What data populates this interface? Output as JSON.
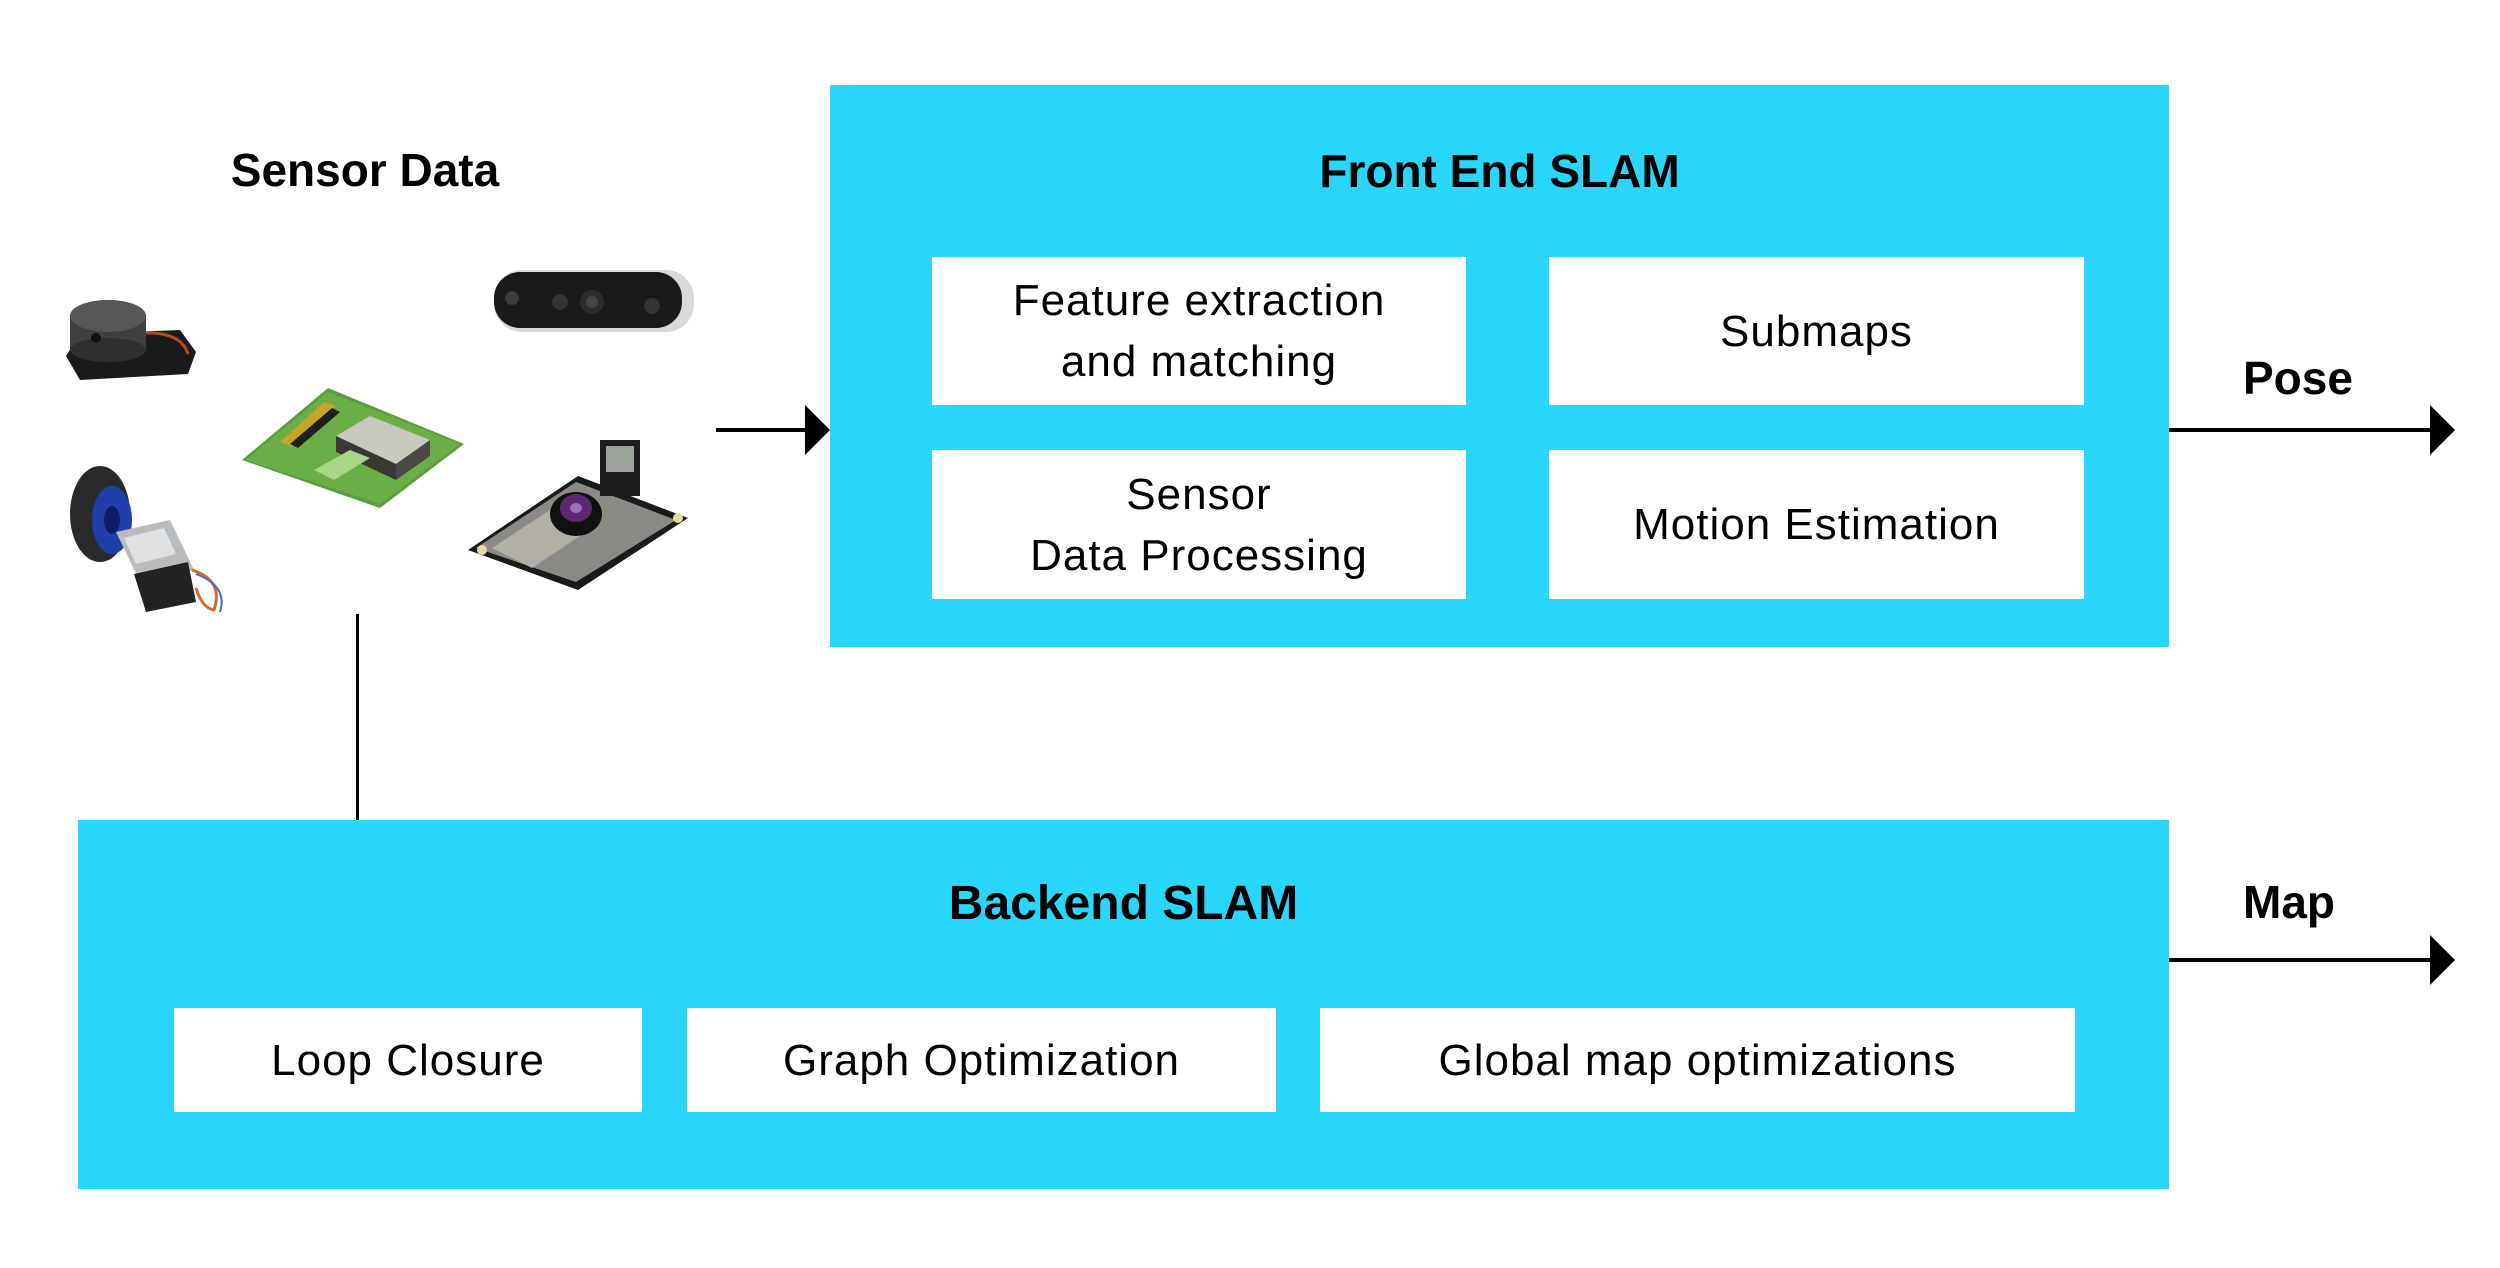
{
  "sensor_section": {
    "title": "Sensor Data",
    "sensors": [
      {
        "name": "lidar-sensor",
        "icon": "lidar-icon"
      },
      {
        "name": "depth-camera",
        "icon": "stereo-camera-icon"
      },
      {
        "name": "imu-board",
        "icon": "imu-board-icon"
      },
      {
        "name": "wheel-encoder-motor",
        "icon": "wheel-motor-icon"
      },
      {
        "name": "camera-module",
        "icon": "camera-board-icon"
      }
    ]
  },
  "front_end": {
    "title": "Front End SLAM",
    "items": [
      {
        "label": "Feature extraction\nand matching"
      },
      {
        "label": "Submaps"
      },
      {
        "label": "Sensor\nData Processing"
      },
      {
        "label": "Motion Estimation"
      }
    ]
  },
  "backend": {
    "title": "Backend SLAM",
    "items": [
      {
        "label": "Loop Closure"
      },
      {
        "label": "Graph Optimization"
      },
      {
        "label": "Global map optimizations"
      }
    ]
  },
  "outputs": {
    "pose_label": "Pose",
    "map_label": "Map"
  },
  "colors": {
    "panel": "#2BD6FC",
    "card": "#FFFFFF",
    "text": "#000000"
  }
}
